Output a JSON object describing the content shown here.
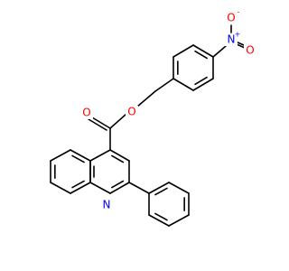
{
  "molecule": {
    "atoms": {
      "nitro_n": {
        "symbol": "N",
        "charge": "+",
        "color": "#0000ff"
      },
      "nitro_o_top": {
        "symbol": "O",
        "charge": "-",
        "color": "#ff0000"
      },
      "nitro_o_right": {
        "symbol": "O",
        "color": "#ff0000"
      },
      "ester_o_single": {
        "symbol": "O",
        "color": "#ff0000"
      },
      "ester_o_double": {
        "symbol": "O",
        "color": "#ff0000"
      },
      "quinoline_n": {
        "symbol": "N",
        "color": "#0000ff"
      }
    }
  }
}
